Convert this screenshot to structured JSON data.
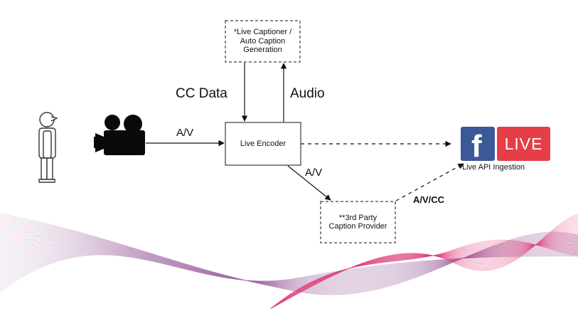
{
  "nodes": {
    "captioner": "*Live Captioner / Auto Caption Generation",
    "encoder": "Live Encoder",
    "third_party": "**3rd Party Caption Provider",
    "fb_live_text": "LIVE",
    "fb_f": "f",
    "ingestion": "Live API Ingestion"
  },
  "edges": {
    "cc_data": "CC Data",
    "audio": "Audio",
    "av_camera": "A/V",
    "av_encoder_out": "A/V",
    "av_cc": "A/V/CC"
  },
  "icons": [
    "person-icon",
    "video-camera-icon",
    "facebook-live-logo"
  ],
  "colors": {
    "facebook_blue": "#3b5998",
    "live_red": "#e53e47",
    "wave_blue": "#5f8fc9",
    "wave_pink": "#e0407a"
  }
}
